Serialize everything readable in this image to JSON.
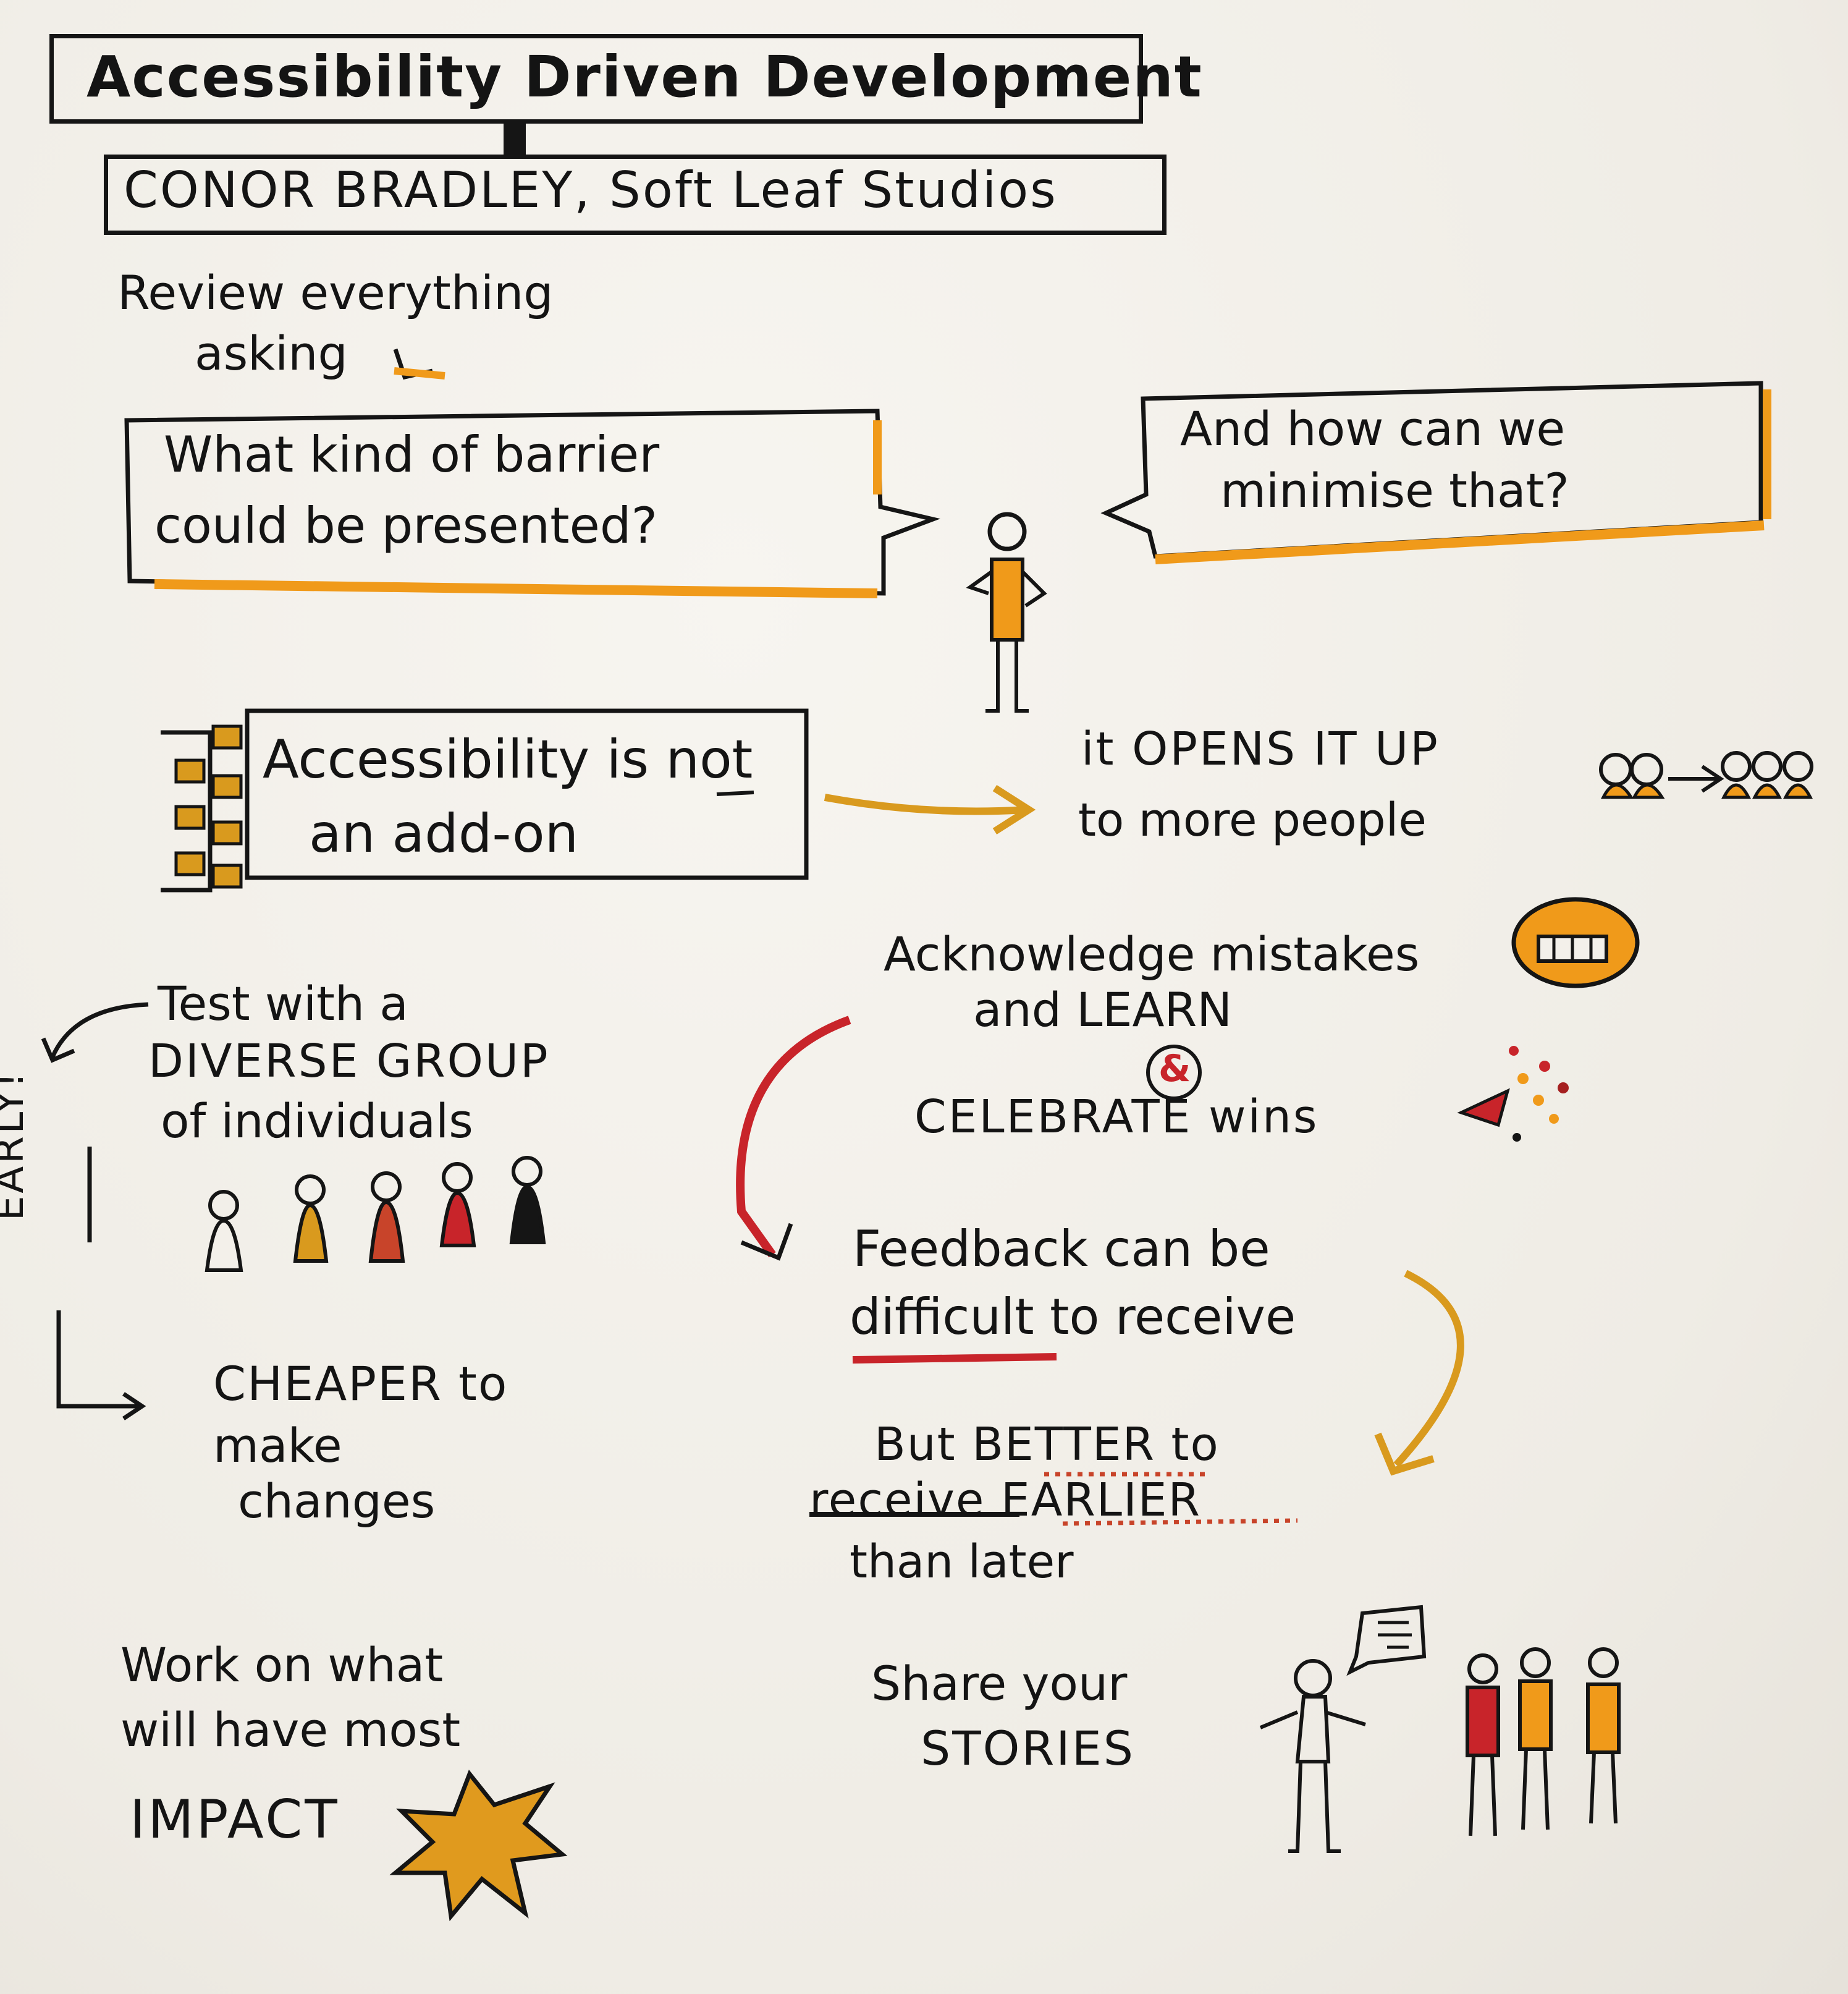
{
  "title": "Accessibility Driven Development",
  "speaker": "CONOR BRADLEY, Soft Leaf Studios",
  "review": {
    "line1": "Review everything",
    "line2": "asking"
  },
  "question1": {
    "line1": "What kind of barrier",
    "line2": "could be presented?"
  },
  "question2": {
    "line1": "And how can we",
    "line2": "minimise that?"
  },
  "not_addon": {
    "line1a": "Accessibility is ",
    "line1b": "not",
    "line2": "an add-on"
  },
  "opens": {
    "line1": "it OPENS IT UP",
    "line2": "to more people"
  },
  "acknowledge": {
    "line1": "Acknowledge mistakes",
    "line2": "and LEARN",
    "amp": "&",
    "line3": "CELEBRATE wins"
  },
  "test": {
    "line1": "Test with a",
    "line2": "DIVERSE GROUP",
    "line3": "of individuals"
  },
  "early": "EARLY!",
  "cheaper": {
    "line1": "CHEAPER to",
    "line2": "make",
    "line3": "changes"
  },
  "feedback": {
    "line1": "Feedback can be",
    "line2a": "difficult",
    "line2b": " to receive"
  },
  "better": {
    "line1": "But BETTER to",
    "struck": "receive",
    "line2": " EARLIER",
    "line3": "than later"
  },
  "impact": {
    "line1": "Work on what",
    "line2": "will have most",
    "line3": "IMPACT"
  },
  "stories": {
    "line1": "Share your",
    "line2": "STORIES"
  },
  "colors": {
    "ink": "#151515",
    "orange": "#f09a1a",
    "amber": "#d99a1e",
    "red": "#c8242a",
    "dark_red": "#a51f1f"
  }
}
